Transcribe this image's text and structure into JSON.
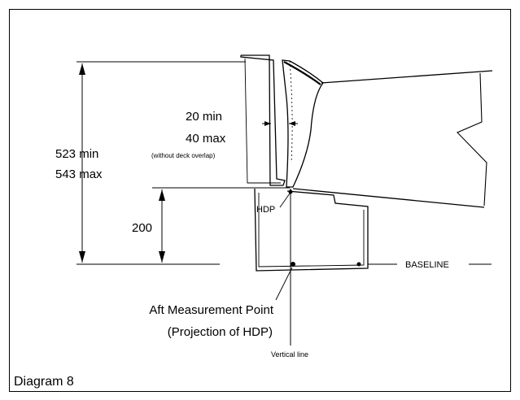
{
  "diagram": {
    "caption": "Diagram 8",
    "dim_total_min": "523 min",
    "dim_total_max": "543 max",
    "dim_200": "200",
    "gap_min": "20 min",
    "gap_max": "40 max",
    "gap_note": "(without deck overlap)",
    "hdp_label": "HDP",
    "baseline_label": "BASELINE",
    "aft_point_line1": "Aft Measurement Point",
    "aft_point_line2": "(Projection of HDP)",
    "vertical_line_label": "Vertical line"
  }
}
